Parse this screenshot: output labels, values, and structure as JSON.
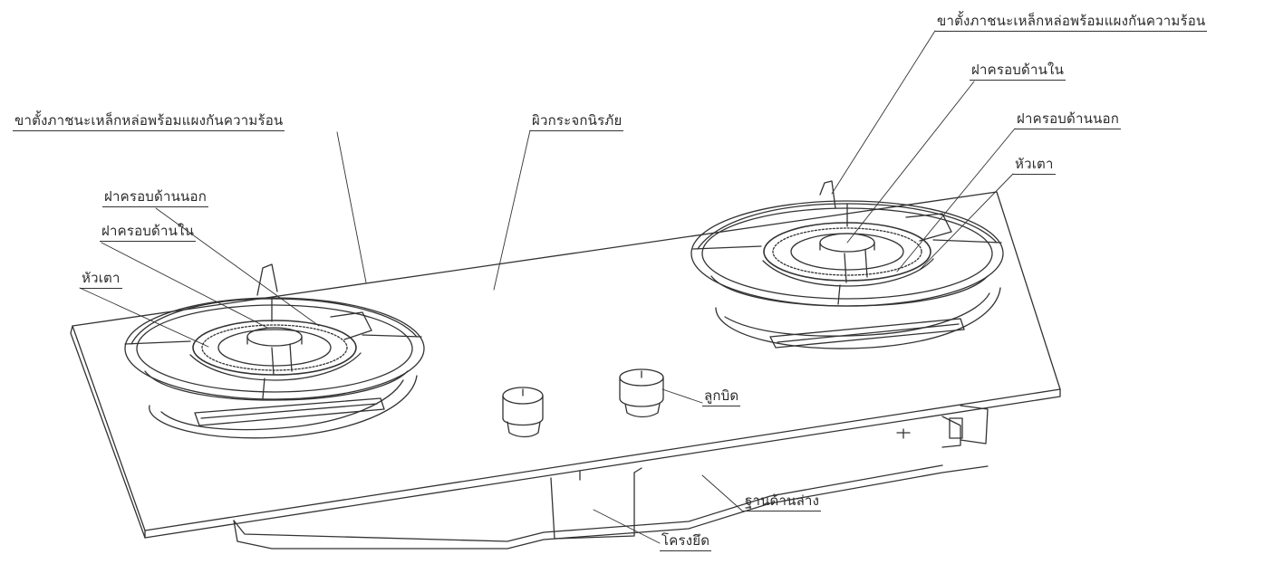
{
  "labels": {
    "left_support": "ขาตั้งภาชนะเหล็กหล่อพร้อมแผงกันความร้อน",
    "left_outer_cap": "ฝาครอบด้านนอก",
    "left_inner_cap": "ฝาครอบด้านใน",
    "left_burner": "หัวเตา",
    "glass_top": "ผิวกระจกนิรภัย",
    "right_support": "ขาตั้งภาชนะเหล็กหล่อพร้อมแผงกันความร้อน",
    "right_inner_cap": "ฝาครอบด้านใน",
    "right_outer_cap": "ฝาครอบด้านนอก",
    "right_burner": "หัวเตา",
    "knob": "ลูกบิด",
    "base": "ฐานด้านล่าง",
    "frame": "โครงยึด"
  },
  "colors": {
    "line": "#333333",
    "background": "#ffffff"
  }
}
